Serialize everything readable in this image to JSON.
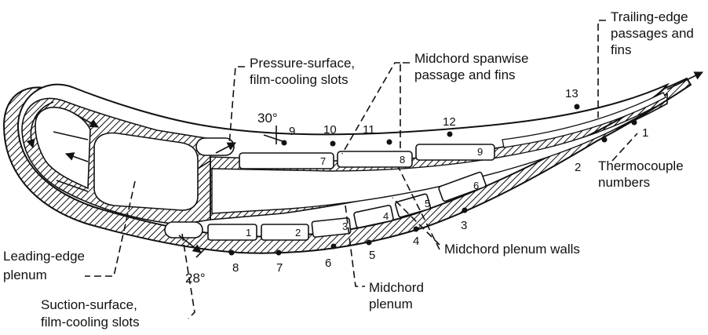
{
  "labels": {
    "pressure_slots": [
      "Pressure-surface,",
      "film-cooling slots"
    ],
    "midchord_passage": [
      "Midchord spanwise",
      "passage and fins"
    ],
    "trailing_edge": [
      "Trailing-edge",
      "passages and",
      "fins"
    ],
    "thermocouple": [
      "Thermocouple",
      "numbers"
    ],
    "leading_edge_plenum": [
      "Leading-edge",
      "plenum"
    ],
    "suction_slots": [
      "Suction-surface,",
      "film-cooling slots"
    ],
    "midchord_plenum": [
      "Midchord",
      "plenum"
    ],
    "midchord_walls": "Midchord plenum walls"
  },
  "angles": {
    "pressure": "30°",
    "suction": "28°"
  },
  "thermocouples": {
    "pressure_side": [
      "9",
      "10",
      "11",
      "12",
      "13"
    ],
    "suction_side": [
      "1",
      "2",
      "3",
      "4",
      "5",
      "6",
      "7",
      "8"
    ]
  },
  "passages": {
    "pressure_side": [
      "7",
      "8",
      "9"
    ],
    "suction_side": [
      "1",
      "2",
      "3",
      "4",
      "5",
      "6"
    ]
  }
}
